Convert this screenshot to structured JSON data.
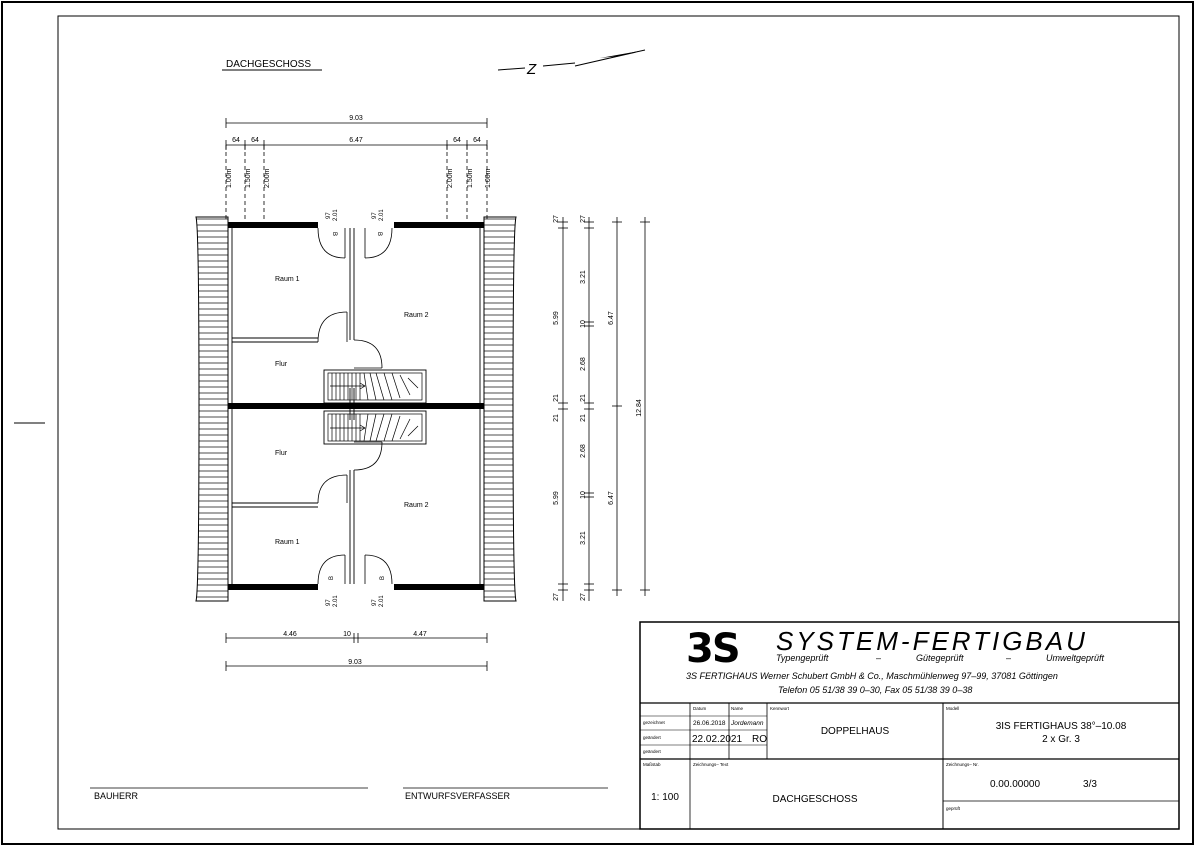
{
  "drawing": {
    "floor_title": "DACHGESCHOSS",
    "north_label": "Z",
    "dims_top": {
      "overall": "9.03",
      "seg_left_a": "64",
      "seg_left_b": "64",
      "middle": "6.47",
      "seg_right_a": "64",
      "seg_right_b": "64",
      "h_left_1": "1.00m",
      "h_left_2": "1.50m",
      "h_left_3": "2.00m",
      "h_right_1": "2.00m",
      "h_right_2": "1.50m",
      "h_right_3": "1.00m"
    },
    "dims_bottom": {
      "left": "4.46",
      "mid": "10",
      "right": "4.47",
      "overall": "9.03"
    },
    "dims_right": {
      "c1_top": "27",
      "c1_a": "5.99",
      "c1_b": "21",
      "c1_c": "21",
      "c1_d": "5.99",
      "c1_bot": "27",
      "c2_top": "27",
      "c2_a": "3.21",
      "c2_b": "10",
      "c2_c": "2.68",
      "c2_d": "21",
      "c2_e": "21",
      "c2_f": "2.68",
      "c2_g": "10",
      "c2_h": "3.21",
      "c2_bot": "27",
      "c3_a": "6.47",
      "c3_b": "6.47",
      "c4": "12.84"
    },
    "rooms": {
      "raum1_top": "Raum 1",
      "raum2_top": "Raum 2",
      "flur_top": "Flur",
      "flur_bot": "Flur",
      "raum2_bot": "Raum 2",
      "raum1_bot": "Raum 1"
    },
    "window_labels": {
      "a": "97",
      "b": "2.01",
      "c": "97",
      "d": "2.01",
      "e": "97",
      "f": "2.01",
      "g": "97",
      "h": "2.01"
    },
    "door_marks": {
      "d1": "B",
      "d2": "B",
      "d3": "B",
      "d4": "B"
    }
  },
  "title_block": {
    "logo": "3S",
    "company": "SYSTEM-FERTIGBAU",
    "tagline_1": "Typengeprüft",
    "tagline_sep1": "–",
    "tagline_2": "Gütegeprüft",
    "tagline_sep2": "–",
    "tagline_3": "Umweltgeprüft",
    "address": "3S FERTIGHAUS Werner Schubert GmbH & Co., Maschmühlenweg 97–99, 37081 Göttingen",
    "phone": "Telefon 05 51/38 39 0–30, Fax 05 51/38 39 0–38",
    "hdr_datum": "Datum",
    "hdr_name": "Name",
    "hdr_kennwort": "Kennwort",
    "hdr_modell": "Modell",
    "row_gezeichnet": "gezeichnet",
    "row_geaendert": "geändert",
    "row_geaendert2": "geändert",
    "gezeichnet_datum": "26.06.2018",
    "gezeichnet_name": "Jordemann",
    "geaendert_datum": "22.02.2021",
    "geaendert_name": "RO",
    "kennwort": "DOPPELHAUS",
    "modell_line1": "3IS FERTIGHAUS 38°–10.08",
    "modell_line2": "2 x Gr. 3",
    "massstab_label": "Maßstab",
    "massstab": "1: 100",
    "zeichnungstext_label": "Zeichnungs– Text",
    "zeichnungstext": "DACHGESCHOSS",
    "zeichnungsnr_label": "Zeichnungs– Nr.",
    "zeichnungsnr": "0.00.00000",
    "blatt": "3/3",
    "geprueft_label": "geprüft"
  },
  "signatures": {
    "bauherr": "BAUHERR",
    "entwurf": "ENTWURFSVERFASSER"
  }
}
